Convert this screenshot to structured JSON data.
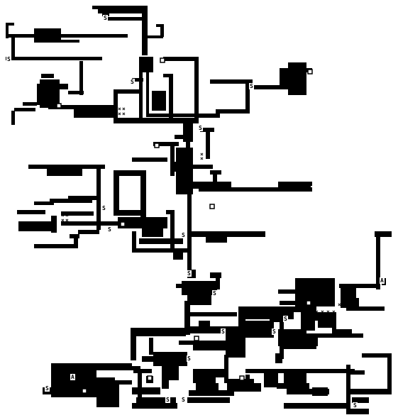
{
  "screen": {
    "kind": "roguelike-dungeon-map",
    "background_color": "#ffffff",
    "wall_color": "#000000",
    "glyph_color": "#000000"
  },
  "glyphs": {
    "stair": "S",
    "item": "A",
    "trap": "×",
    "chest": "□"
  },
  "legend": {
    "stair_count": 18,
    "item_count": 2
  }
}
